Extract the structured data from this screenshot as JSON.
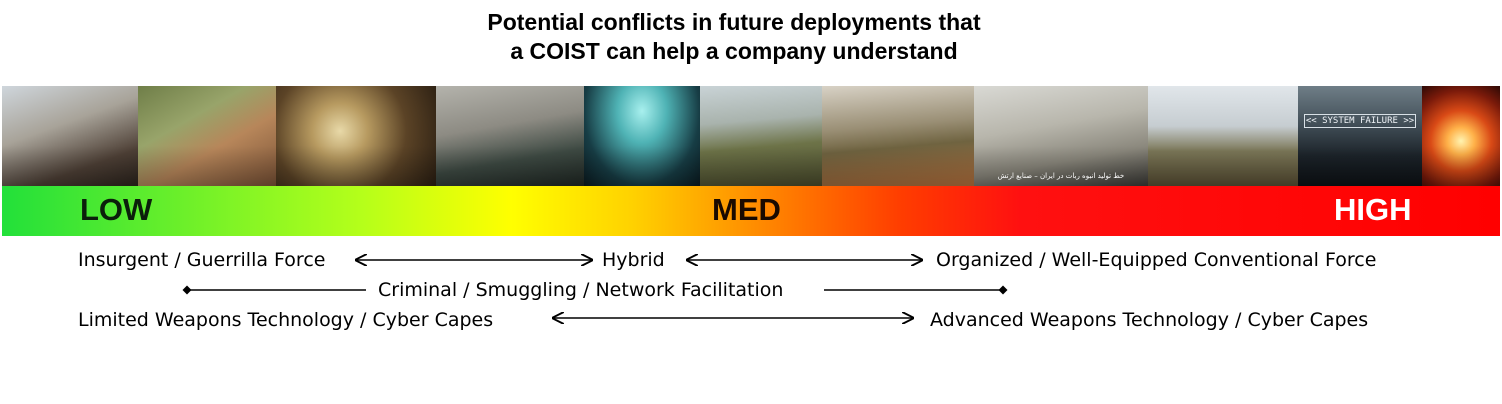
{
  "title": {
    "line1": "Potential conflicts in future deployments that",
    "line2": "a COIST can help a company understand"
  },
  "photos": [
    {
      "name": "insurgent-fighters-photo"
    },
    {
      "name": "mortar-team-photo"
    },
    {
      "name": "smuggling-tunnel-photo"
    },
    {
      "name": "rooftop-fighters-photo"
    },
    {
      "name": "cyber-keyboard-photo",
      "icon": "cyber-hacker-image"
    },
    {
      "name": "military-vehicles-photo"
    },
    {
      "name": "armored-convoy-photo"
    },
    {
      "name": "robot-weapon-photo",
      "caption": "خط تولید انبوه ربات در ایران – صنایع ارتش"
    },
    {
      "name": "air-defense-tank-photo"
    },
    {
      "name": "system-failure-photo",
      "banner": "<< SYSTEM FAILURE >>"
    },
    {
      "name": "nuclear-explosion-photo"
    }
  ],
  "band": {
    "low": "LOW",
    "med": "MED",
    "high": "HIGH",
    "colors": [
      "#22e03a",
      "#b5ff1a",
      "#ffff00",
      "#ff8f00",
      "#ff0000"
    ]
  },
  "rows": {
    "insurgent": "Insurgent / Guerrilla Force",
    "hybrid": "Hybrid",
    "organized": "Organized / Well-Equipped Conventional Force",
    "criminal": "Criminal / Smuggling / Network Facilitation",
    "limited": "Limited Weapons Technology / Cyber Capes",
    "advanced": "Advanced Weapons Technology / Cyber Capes"
  }
}
